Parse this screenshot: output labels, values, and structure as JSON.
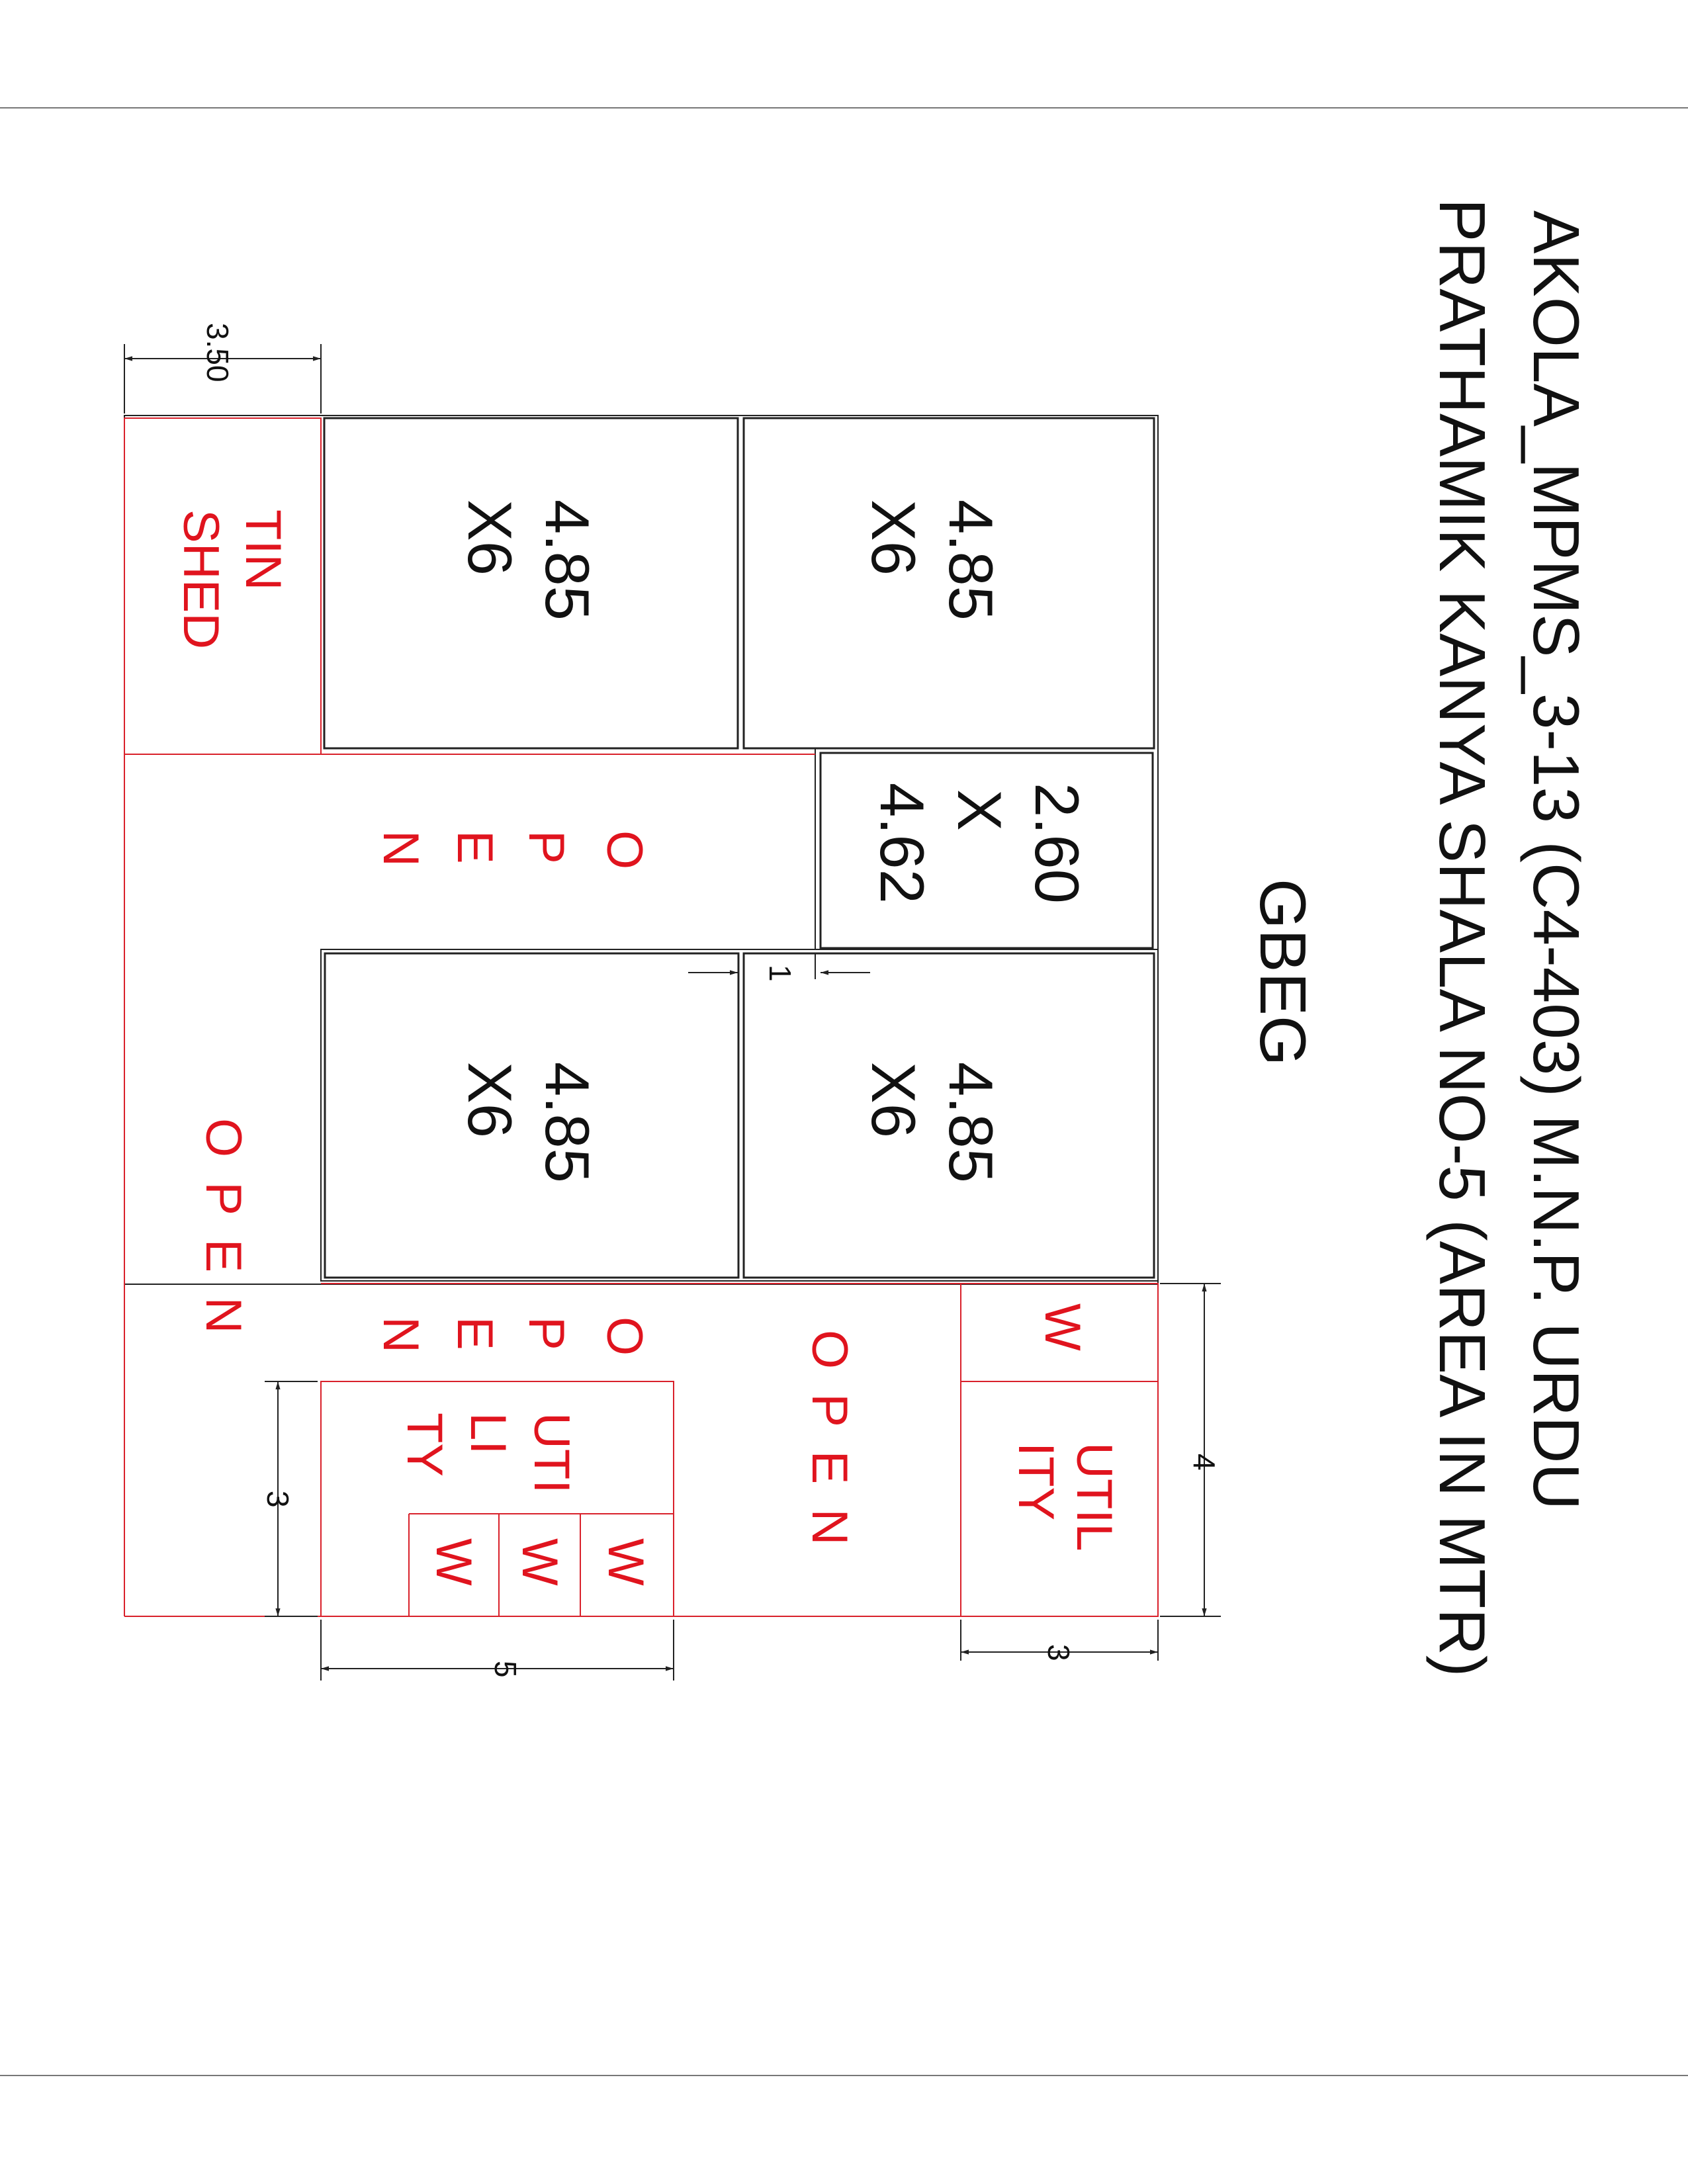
{
  "title": {
    "line1": "AKOLA_MPMS_3-13 (C4-403) M.N.P.  URDU",
    "line2": "PRATHAMIK KANYA SHALA NO-5 (AREA IN MTR)",
    "line3": "GBEG"
  },
  "rooms": {
    "top_left": {
      "l1": "4.85",
      "l2": "X6"
    },
    "top_right": {
      "l1": "4.85",
      "l2": "X6"
    },
    "middle": {
      "l1": "2.60",
      "l2": "X",
      "l3": "4.62"
    },
    "bottom_left": {
      "l1": "4.85",
      "l2": "X6"
    },
    "bottom_right": {
      "l1": "4.85",
      "l2": "X6"
    }
  },
  "labels": {
    "tin_shed": {
      "l1": "TIN",
      "l2": "SHED"
    },
    "open_letters": [
      "O",
      "P",
      "E",
      "N"
    ],
    "open_word": "O P E N",
    "utility_right": {
      "l1": "UTIL",
      "l2": "ITY"
    },
    "utility_left": {
      "l1": "UTI",
      "l2": "LI",
      "l3": "TY"
    },
    "w": "W"
  },
  "dimensions": {
    "tin_shed_width": "3.50",
    "gap": "1",
    "utility_right_height": "4",
    "utility_right_width": "3",
    "utility_left_height": "3",
    "utility_left_width": "5"
  },
  "colors": {
    "walls": "#222222",
    "annotation": "#e0141e"
  }
}
